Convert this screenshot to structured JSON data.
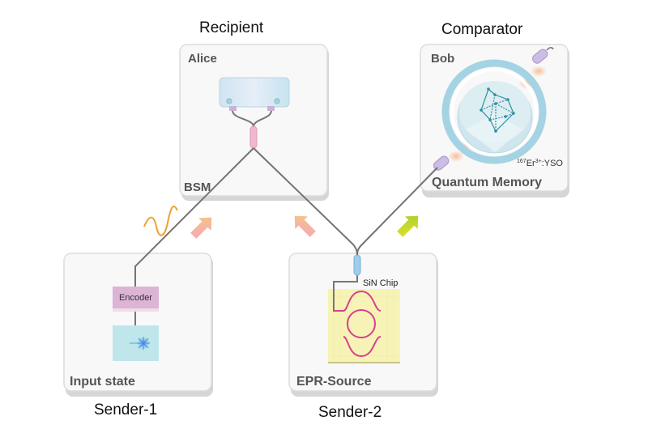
{
  "figure": {
    "captions": {
      "recipient": "Recipient",
      "comparator": "Comparator",
      "sender1": "Sender-1",
      "sender2": "Sender-2"
    },
    "panels": {
      "alice": {
        "title": "Alice",
        "component_label": "BSM"
      },
      "bob": {
        "title": "Bob",
        "crystal_label_mass": "167",
        "crystal_label_ion": "Er",
        "crystal_label_charge": "3+",
        "crystal_label_host": ":YSO",
        "subtitle": "Quantum Memory"
      },
      "input": {
        "encoder_label": "Encoder",
        "title": "Input state"
      },
      "epr": {
        "chip_label": "SiN Chip",
        "title": "EPR-Source"
      }
    },
    "colors": {
      "panel_fill": "#f7f7f7",
      "panel_shadow": "#d9d9d9",
      "fiber": "#707070",
      "pink_arrow": "#f0a0b8",
      "orange_arrow": "#f6c27a",
      "green_arrow": "#c8dc2a",
      "wave": "#f0a030",
      "memory_ring": "#9fd0e0",
      "chip_fill": "#f7f3b4",
      "chip_waveguide": "#d8408a",
      "encoder": "#ddb6d6",
      "laser_box": "#bfe6ea"
    }
  }
}
